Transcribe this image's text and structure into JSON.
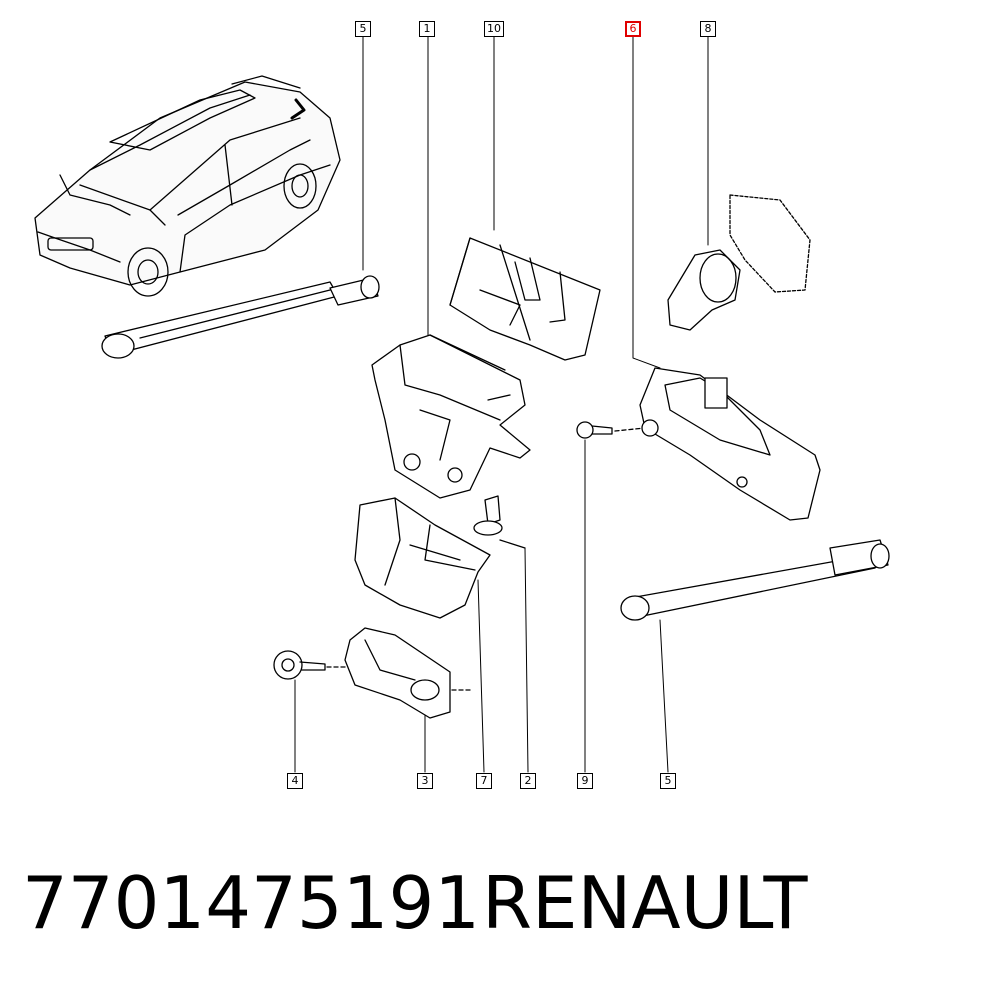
{
  "callouts": {
    "top": [
      "5",
      "1",
      "10",
      "6",
      "8"
    ],
    "bottom": [
      "4",
      "3",
      "7",
      "2",
      "9",
      "5"
    ]
  },
  "highlighted_callout": "6",
  "colors": {
    "highlight": "#e00000",
    "line": "#000000"
  },
  "caption": {
    "part_number": "7701475191",
    "brand": "RENAULT"
  }
}
